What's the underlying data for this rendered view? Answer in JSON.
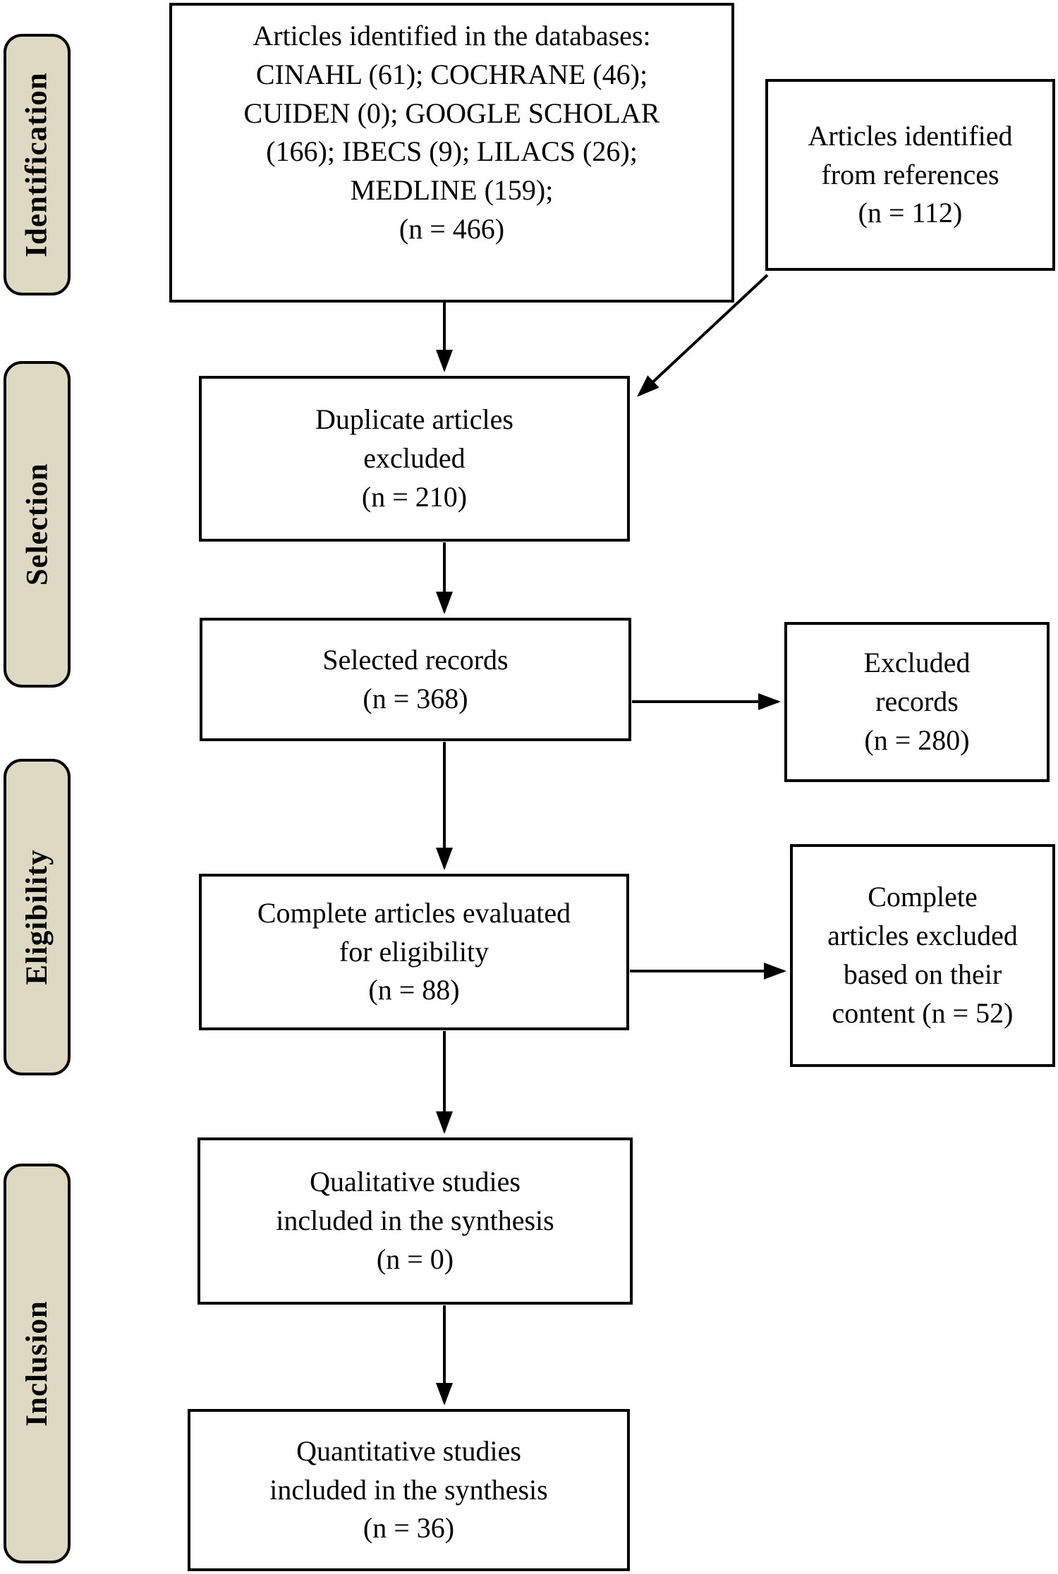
{
  "diagram": {
    "stages": [
      {
        "id": "identification",
        "label": "Identification"
      },
      {
        "id": "selection",
        "label": "Selection"
      },
      {
        "id": "eligibility",
        "label": "Eligibility"
      },
      {
        "id": "inclusion",
        "label": "Inclusion"
      }
    ],
    "boxes": {
      "databases": "Articles identified in the databases:\nCINAHL (61); COCHRANE (46);\nCUIDEN (0); GOOGLE SCHOLAR\n(166); IBECS (9); LILACS (26);\nMEDLINE (159);\n(n = 466)",
      "references": "Articles identified\nfrom references\n(n = 112)",
      "duplicates": "Duplicate articles\nexcluded\n(n = 210)",
      "selected": "Selected records\n(n = 368)",
      "excluded": "Excluded\nrecords\n(n = 280)",
      "eligibility": "Complete articles evaluated\nfor eligibility\n(n = 88)",
      "complete_excluded": "Complete\narticles excluded\nbased on their\ncontent (n = 52)",
      "qualitative": "Qualitative studies\nincluded in the synthesis\n(n = 0)",
      "quantitative": "Quantitative studies\nincluded in the synthesis\n(n = 36)"
    }
  },
  "colors": {
    "sidebar_fill": "#ddd9c3",
    "box_fill": "#ffffff",
    "line": "#000000"
  }
}
